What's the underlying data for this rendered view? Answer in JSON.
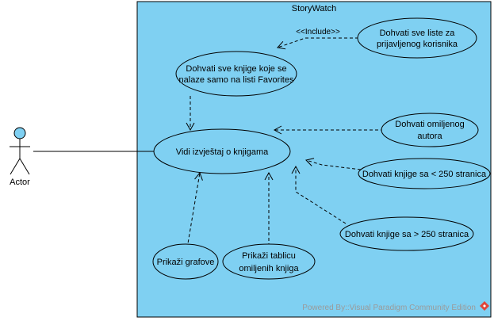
{
  "system": {
    "title": "StoryWatch"
  },
  "actor": {
    "label": "Actor"
  },
  "use_cases": {
    "main": "Vidi izvještaj o knjigama",
    "favorites": [
      "Dohvati sve knjige koje se",
      "nalaze samo na listi Favorites"
    ],
    "all_lists": [
      "Dohvati sve liste za",
      "prijavljenog korisnika"
    ],
    "favorite_author": [
      "Dohvati omiljenog",
      "autora"
    ],
    "under_250": "Dohvati knjige sa < 250 stranica",
    "over_250": "Dohvati knjige sa > 250 stranica",
    "charts": "Prikaži grafove",
    "table": [
      "Prikaži tablicu",
      "omiljenih knjiga"
    ]
  },
  "relations": {
    "include_label": "<<Include>>"
  },
  "watermark": {
    "text": "Powered By::Visual Paradigm Community Edition"
  },
  "colors": {
    "system_fill": "#7fd0f2",
    "usecase_fill": "#7fd0f2",
    "actor_head": "#7fd0f2",
    "line": "#000000",
    "logo_red": "#e0463a"
  }
}
